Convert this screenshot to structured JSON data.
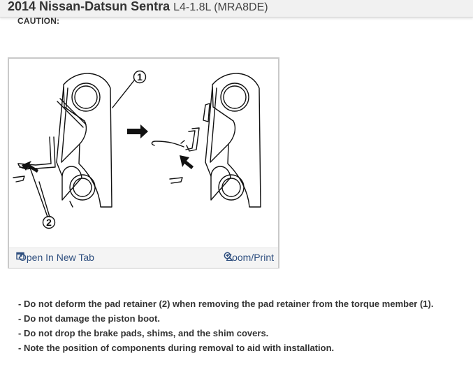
{
  "header": {
    "title": "2014 Nissan-Datsun Sentra",
    "engine": "L4-1.8L (MRA8DE)"
  },
  "caution_label": "CAUTION:",
  "figure": {
    "callout_1": "1",
    "callout_2": "2",
    "open_tab_label": "Open In New Tab",
    "zoom_print_label": "Zoom/Print",
    "open_tab_icon": "open-in-new-tab-icon",
    "zoom_icon": "zoom-icon"
  },
  "notes": [
    "- Do not deform the pad retainer (2) when removing the pad retainer from the torque member (1).",
    "- Do not damage the piston boot.",
    "- Do not drop the brake pads, shims, and the shim covers.",
    "- Note the position of components during removal to aid with installation."
  ],
  "colors": {
    "link": "#2f4f7f",
    "header_bg": "#f1f1f1"
  }
}
